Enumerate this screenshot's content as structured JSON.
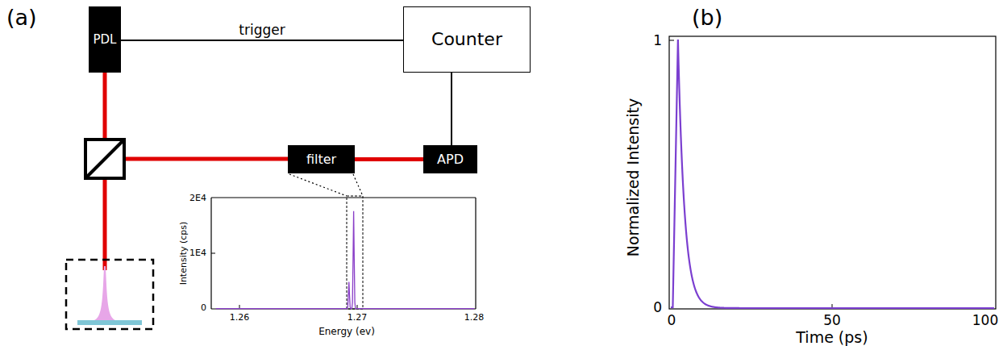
{
  "diagram": {
    "nodes": [
      {
        "text": [
          "PDL"
        ]
      },
      {
        "text": [
          "Counter"
        ]
      },
      {
        "text": [
          "filter"
        ]
      },
      {
        "text": [
          "APD"
        ]
      }
    ],
    "edges": [
      {
        "from": 0,
        "to": 1,
        "label": "trigger",
        "arrow": "none"
      },
      {
        "from": 1,
        "to": 3,
        "arrow": "none"
      },
      {
        "from": 2,
        "to": 3,
        "arrow": "none"
      }
    ],
    "labels": [
      "(a)",
      "(b)",
      "2E4",
      "1E4",
      "0",
      "1.26",
      "1.27",
      "1.28",
      "Intensity (cps)",
      "Energy (ev)",
      "1",
      "0",
      "0",
      "50",
      "100",
      "Normalized Intensity",
      "Time (ps)"
    ]
  }
}
